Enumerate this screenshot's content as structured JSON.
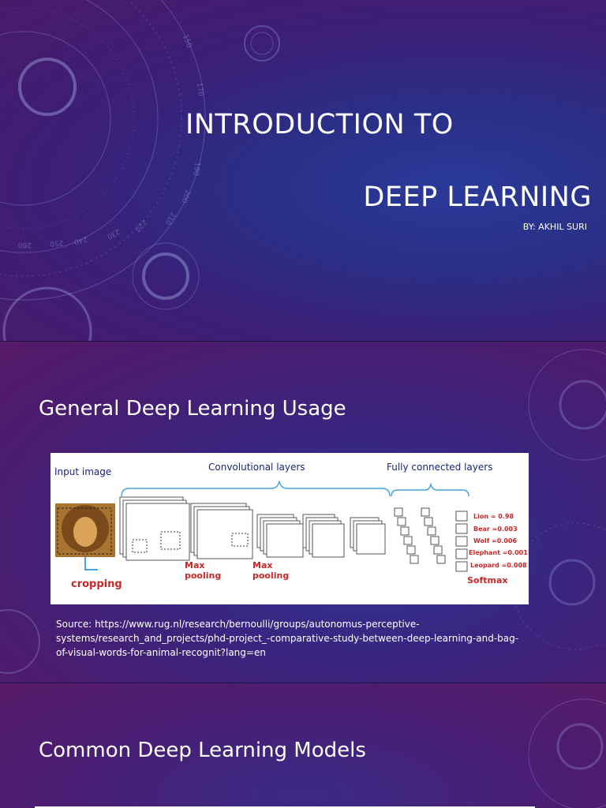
{
  "slide1": {
    "title_line1": "INTRODUCTION TO",
    "title_line2": "DEEP LEARNING",
    "byline": "BY: AKHIL SURI",
    "dial_numbers": [
      "150",
      "170",
      "190",
      "200",
      "210",
      "220",
      "230",
      "240",
      "250",
      "260"
    ]
  },
  "slide2": {
    "heading": "General Deep Learning Usage",
    "figure": {
      "input_label": "Input image",
      "conv_label": "Convolutional layers",
      "fc_label": "Fully connected layers",
      "cropping_label": "cropping",
      "maxpool1_label": "Max pooling",
      "maxpool2_label": "Max pooling",
      "softmax_label": "Softmax",
      "outputs": [
        "Lion = 0.98",
        "Bear =0.003",
        "Wolf =0.006",
        "Elephant =0.001",
        "Leopard =0.008"
      ]
    },
    "source": "Source: https://www.rug.nl/research/bernoulli/groups/autonomus-perceptive-systems/research_and_projects/phd-project_-comparative-study-between-deep-learning-and-bag-of-visual-words-for-animal-recognit?lang=en"
  },
  "slide3": {
    "heading": "Common Deep Learning Models"
  },
  "colors": {
    "figure_blue": "#1a237e",
    "figure_red": "#c62828",
    "figure_line": "#4aa3df"
  }
}
